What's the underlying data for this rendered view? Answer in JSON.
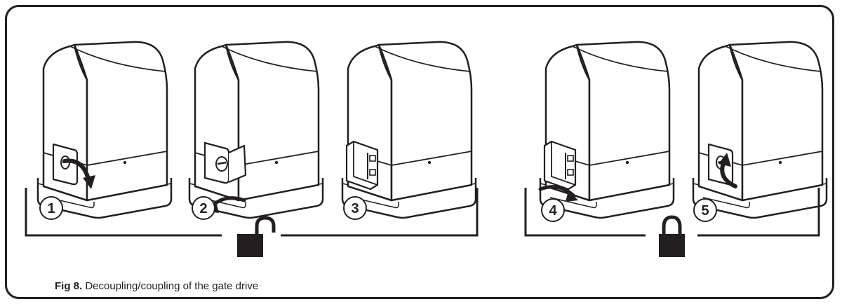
{
  "figure": {
    "label": "Fig 8.",
    "caption": "Decoupling/coupling of the gate drive"
  },
  "steps": [
    {
      "number": "1",
      "action": "turn-key"
    },
    {
      "number": "2",
      "action": "open-lever"
    },
    {
      "number": "3",
      "action": "lever-open"
    },
    {
      "number": "4",
      "action": "close-lever"
    },
    {
      "number": "5",
      "action": "turn-key"
    }
  ],
  "groups": [
    {
      "icon": "unlocked-padlock-icon"
    },
    {
      "icon": "locked-padlock-icon"
    }
  ],
  "colors": {
    "ink": "#231f20",
    "paper": "#ffffff"
  }
}
